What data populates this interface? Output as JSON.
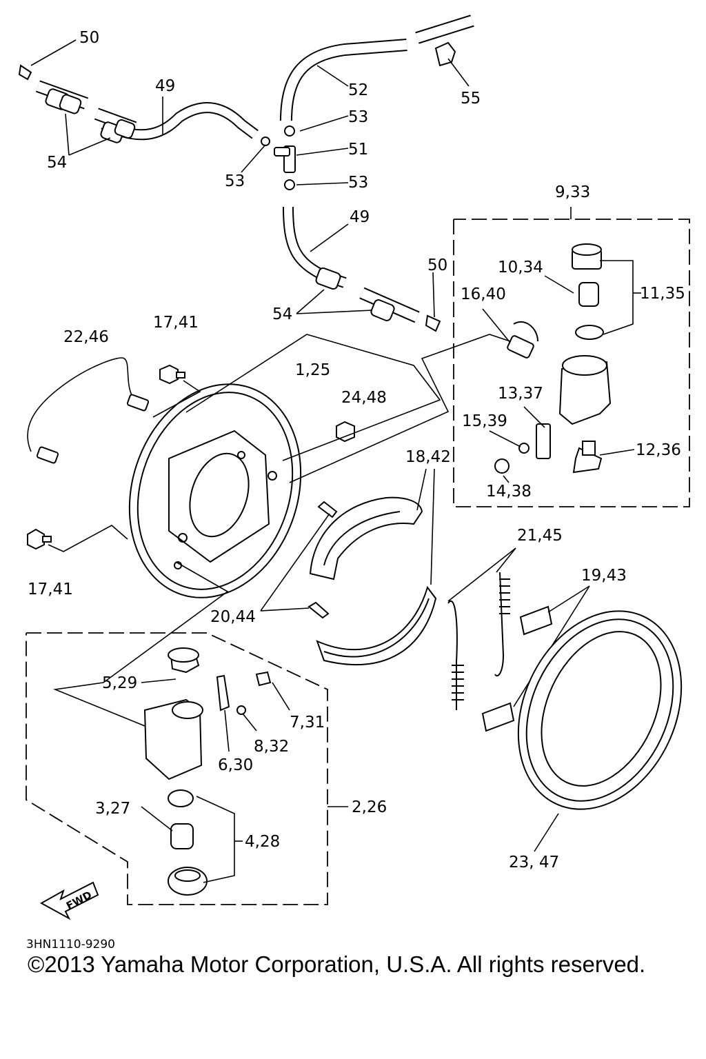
{
  "labels": {
    "l50a": "50",
    "l49a": "49",
    "l54a": "54",
    "l52": "52",
    "l55": "55",
    "l53a": "53",
    "l51": "51",
    "l53b": "53",
    "l53c": "53",
    "l49b": "49",
    "l933": "9,33",
    "l50b": "50",
    "l1034": "10,34",
    "l1135": "11,35",
    "l1640": "16,40",
    "l54b": "54",
    "l1741a": "17,41",
    "l2246": "22,46",
    "l125": "1,25",
    "l2448": "24,48",
    "l1337": "13,37",
    "l1842": "18,42",
    "l1539": "15,39",
    "l1236": "12,36",
    "l1438": "14,38",
    "l2145": "21,45",
    "l1943": "19,43",
    "l1741b": "17,41",
    "l2044": "20,44",
    "l529": "5,29",
    "l731": "7,31",
    "l832": "8,32",
    "l630": "6,30",
    "l226": "2,26",
    "l327": "3,27",
    "l428": "4,28",
    "l2347": "23, 47"
  },
  "arrow_label": "FWD",
  "diagram_code": "3HN1110-9290",
  "copyright": "©2013 Yamaha Motor Corporation, U.S.A. All rights reserved."
}
